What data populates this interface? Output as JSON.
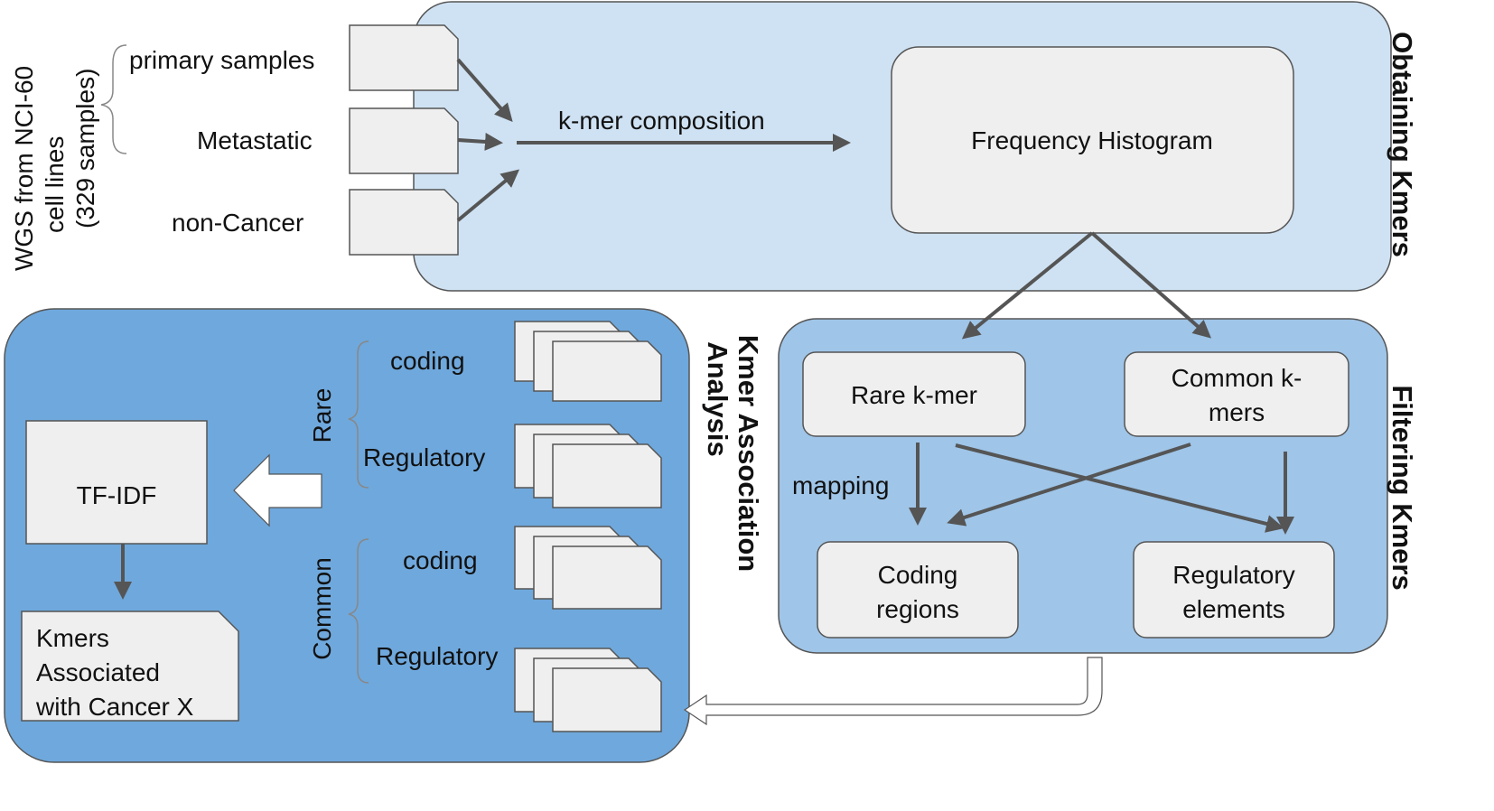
{
  "source": {
    "label_lines": [
      "WGS from NCI-60",
      "cell lines",
      "(329 samples)"
    ],
    "samples": [
      "primary samples",
      "Metastatic",
      "non-Cancer"
    ]
  },
  "panels": {
    "obtaining": {
      "title": "Obtaining Kmers",
      "edge_label": "k-mer composition",
      "histogram": "Frequency Histogram",
      "fill": "#cfe2f3"
    },
    "filtering": {
      "title": "Filtering Kmers",
      "rare": "Rare k-mer",
      "common_lines": [
        "Common k-",
        "mers"
      ],
      "mapping": "mapping",
      "coding_lines": [
        "Coding",
        "regions"
      ],
      "regulatory_lines": [
        "Regulatory",
        "elements"
      ],
      "fill": "#9fc5e8"
    },
    "association": {
      "title_lines": [
        "Kmer Association",
        "Analysis"
      ],
      "rare_group": "Rare",
      "common_group": "Common",
      "rare_items": [
        "coding",
        "Regulatory"
      ],
      "common_items": [
        "coding",
        "Regulatory"
      ],
      "tfidf": "TF-IDF",
      "result_lines": [
        "Kmers",
        "Associated",
        "with Cancer X"
      ],
      "fill": "#6fa8dc"
    }
  }
}
